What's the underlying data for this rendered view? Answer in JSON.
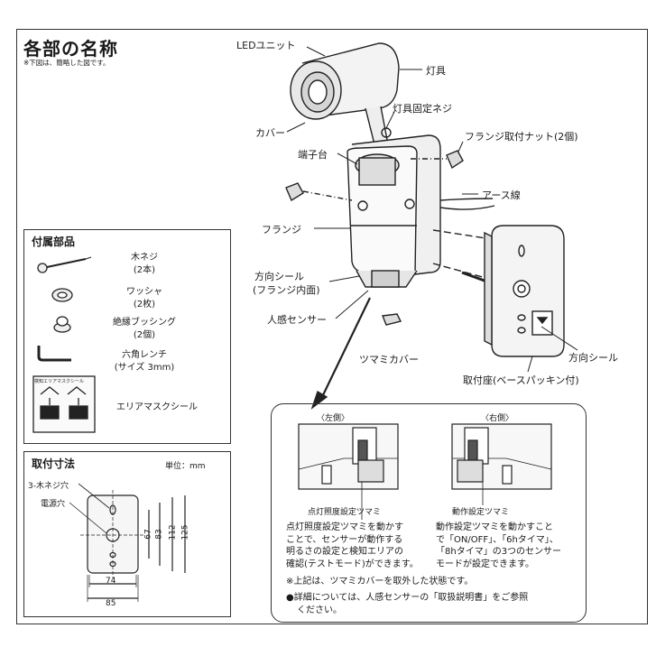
{
  "title": "各部の名称",
  "note": "※下図は、簡略した図です。",
  "labels": {
    "led_unit": "LEDユニット",
    "light_fixture": "灯具",
    "cover": "カバー",
    "fixing_screw": "灯具固定ネジ",
    "terminal_block": "端子台",
    "flange_nut": "フランジ取付ナット(2個)",
    "ground_wire": "アース線",
    "flange": "フランジ",
    "direction_seal": "方向シール",
    "direction_seal_sub": "(フランジ内面)",
    "motion_sensor": "人感センサー",
    "knob_cover": "ツマミカバー",
    "direction_seal_right": "方向シール",
    "mount_base": "取付座(ベースパッキン付)"
  },
  "accessories": {
    "title": "付属部品",
    "items": [
      {
        "icon": "wood-screw",
        "line1": "木ネジ",
        "line2": "(2本)"
      },
      {
        "icon": "washer",
        "line1": "ワッシャ",
        "line2": "(2枚)"
      },
      {
        "icon": "insulating-bushing",
        "line1": "絶縁ブッシング",
        "line2": "(2個)"
      },
      {
        "icon": "hex-wrench",
        "line1": "六角レンチ",
        "line2": "(サイズ 3mm)"
      },
      {
        "icon": "area-mask-seal",
        "line1": "エリアマスクシール",
        "line2": ""
      }
    ],
    "mask_seal_caption": "検知エリアマスクシール"
  },
  "dimensions": {
    "title": "取付寸法",
    "unit": "単位：mm",
    "hole_label": "3-木ネジ穴",
    "power_hole_label": "電源穴",
    "v67": "67",
    "v83": "83",
    "v112": "112",
    "v125": "125",
    "h74": "74",
    "h85": "85"
  },
  "detail": {
    "left_title": "〈左側〉",
    "right_title": "〈右側〉",
    "left_knob_label": "点灯照度設定ツマミ",
    "right_knob_label": "動作設定ツマミ",
    "left_desc": [
      "点灯照度設定ツマミを動かす",
      "ことで、センサーが動作する",
      "明るさの設定と検知エリアの",
      "確認(テストモード)ができます。"
    ],
    "right_desc": [
      "動作設定ツマミを動かすこと",
      "で「ON/OFF」、「6hタイマ」、",
      "「8hタイマ」の3つのセンサー",
      "モードが設定できます。"
    ],
    "note1": "※上記は、ツマミカバーを取外した状態です。",
    "note2_line1": "●詳細については、人感センサーの「取扱説明書」をご参照",
    "note2_line2": "ください。"
  }
}
